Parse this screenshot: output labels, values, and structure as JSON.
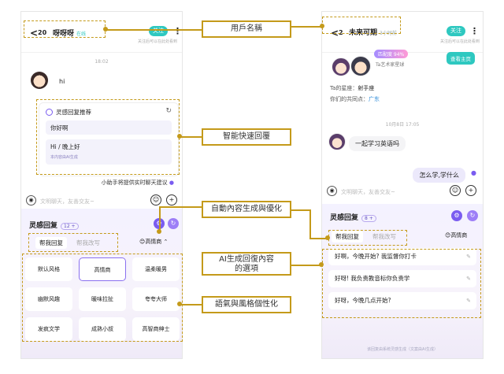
{
  "left_phone": {
    "back_count": "20",
    "username": "呀呀呀",
    "username_sub": "在线",
    "follow_label": "关注",
    "follow_sub": "关注后可以在此处看到",
    "more_icon": "⋮",
    "timestamp": "18:02",
    "user_message": "hi",
    "suggest_card": {
      "title": "灵感回复推荐",
      "refresh_icon": "↻",
      "items": [
        "你好啊",
        "Hi / 晚上好"
      ],
      "note": "本内容由AI生成"
    },
    "assistant_hint": "小助手将提供实时聊天建议",
    "input_placeholder": "文明聊天，友善交友~",
    "panel": {
      "title": "灵感回复",
      "badge": "12 +",
      "tabs": [
        "帮我回复",
        "帮我改写"
      ],
      "style_selected": "高情商",
      "styles": [
        "默认风格",
        "高情商",
        "温柔暖男",
        "幽默风趣",
        "暖味拉扯",
        "夸夸大师",
        "发疯文学",
        "成熟小叔",
        "高智商绅士"
      ]
    }
  },
  "right_phone": {
    "back_count": "2",
    "username": "未来可期",
    "username_sub": "3小时前",
    "follow_label": "关注",
    "follow_sub": "关注后可以在此处看到",
    "more_icon": "⋮",
    "match_badge": "匹配度 94%",
    "home_button": "查看主页",
    "star_sign_label": "Ta的星座：",
    "star_sign_value": "射手座",
    "common_label": "你们的共同点：",
    "common_value": "广东",
    "timestamp": "10月8日 17:05",
    "incoming_message": "一起学习英语吗",
    "outgoing_message": "怎么学,学什么",
    "input_placeholder": "文明聊天，友善交友~",
    "panel": {
      "title": "灵感回复",
      "badge": "8 +",
      "tabs": [
        "帮我回复",
        "帮我改写"
      ],
      "style_selected": "高情商",
      "replies": [
        "好啊，今晚开始? 我监督你打卡",
        "好呀! 我负责教音标你负责学",
        "好呀，今晚几点开始?"
      ],
      "footer": "该回复由系统灵感生成（文案由AI生成）"
    }
  },
  "annotations": [
    "用戶名稱",
    "智能快速回覆",
    "自動內容生成與優化",
    "AI生成回復內容\n的選項",
    "語氣與風格個性化"
  ],
  "colors": {
    "annotation": "#c49a1a",
    "accent": "#7a5cf0",
    "follow": "#2ec8c0"
  }
}
